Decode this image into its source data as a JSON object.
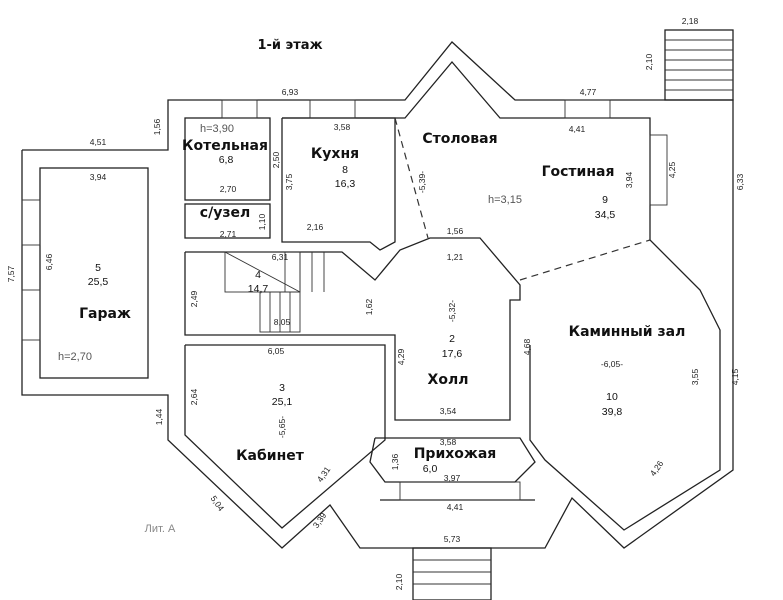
{
  "title": "1-й этаж",
  "lit": "Лит. А",
  "rooms": {
    "boiler": {
      "name": "Котельная",
      "area": "6,8",
      "height": "h=3,90"
    },
    "wc": {
      "name": "с/узел"
    },
    "kitchen": {
      "name": "Кухня",
      "number": "8",
      "area": "16,3"
    },
    "dining": {
      "name": "Столовая"
    },
    "living": {
      "name": "Гостиная",
      "number": "9",
      "area": "34,5",
      "height": "h=3,15"
    },
    "garage": {
      "name": "Гараж",
      "number": "5",
      "area": "25,5",
      "height": "h=2,70"
    },
    "stairs": {
      "number": "4",
      "area": "14,7"
    },
    "hall": {
      "name": "Холл",
      "number": "2",
      "area": "17,6"
    },
    "fireplace": {
      "name": "Каминный зал",
      "number": "10",
      "area": "39,8"
    },
    "study": {
      "name": "Кабинет",
      "number": "3",
      "area": "25,1"
    },
    "entry": {
      "name": "Прихожая",
      "area": "6,0"
    }
  },
  "dims": [
    "2,18",
    "2,10",
    "6,93",
    "4,77",
    "1,56",
    "4,51",
    "3,58",
    "4,41",
    "2,50",
    "3,75",
    "3,94",
    "2,70",
    "-5,39-",
    "3,94",
    "4,25",
    "6,33",
    "1,10",
    "2,71",
    "2,16",
    "1,56",
    "1,21",
    "6,31",
    "7,57",
    "6,46",
    "2,49",
    "1,62",
    "-5,32-",
    "8,05",
    "6,05",
    "4,29",
    "4,68",
    "-6,05-",
    "3,55",
    "4,15",
    "2,64",
    "1,44",
    "-5,65-",
    "3,54",
    "3,58",
    "1,36",
    "3,97",
    "4,41",
    "4,31",
    "5,04",
    "3,39",
    "4,26",
    "5,73",
    "2,10"
  ]
}
